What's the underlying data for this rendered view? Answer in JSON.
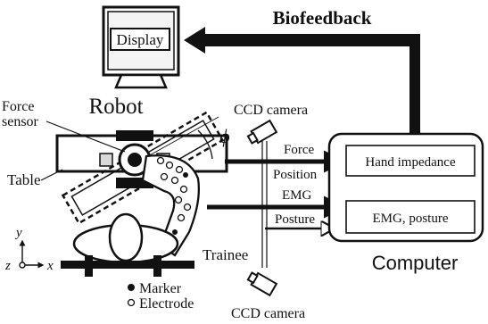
{
  "labels": {
    "display": "Display",
    "biofeedback": "Biofeedback",
    "robot": "Robot",
    "force_sensor_line1": "Force",
    "force_sensor_line2": "sensor",
    "phi": "ϕ",
    "table": "Table",
    "trainee": "Trainee",
    "ccd_camera_top": "CCD camera",
    "ccd_camera_bottom": "CCD camera",
    "signal_force": "Force",
    "signal_position": "Position",
    "signal_emg": "EMG",
    "signal_posture": "Posture",
    "hand_impedance": "Hand impedance",
    "emg_posture": "EMG, posture",
    "computer": "Computer",
    "axis_y": "y",
    "axis_x": "x",
    "axis_z": "z",
    "legend_marker": "Marker",
    "legend_electrode": "Electrode"
  },
  "colors": {
    "ink": "#111111",
    "paper": "#ffffff",
    "screen": "#f4f4f4",
    "fill_gray": "#d9d9d9"
  }
}
